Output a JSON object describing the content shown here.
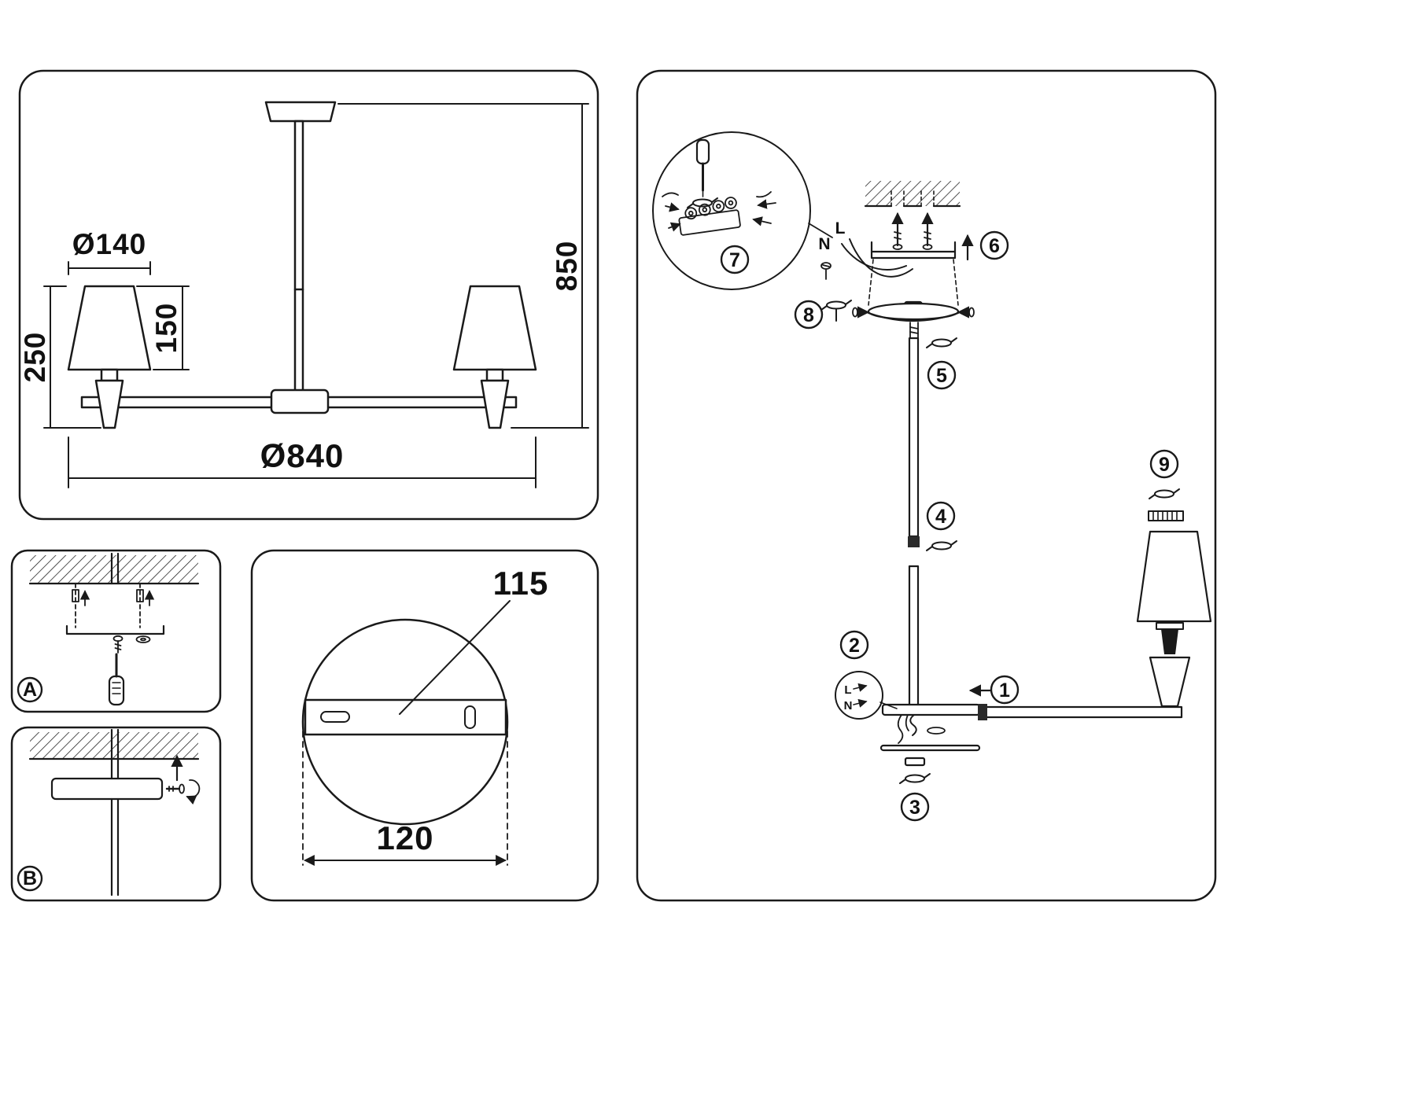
{
  "dimensions_panel": {
    "shade_diameter": "Ø140",
    "shade_height": "150",
    "lamp_total_height": "250",
    "fixture_height": "850",
    "fixture_diameter": "Ø840"
  },
  "mounting_panel_a": {
    "label": "A"
  },
  "mounting_panel_b": {
    "label": "B"
  },
  "canopy_panel": {
    "bracket_length": "115",
    "canopy_diameter": "120"
  },
  "assembly_panel": {
    "wire_neutral": "N",
    "wire_live": "L",
    "balloon_wire_live": "L",
    "balloon_wire_neutral": "N",
    "steps": {
      "s1": "1",
      "s2": "2",
      "s3": "3",
      "s4": "4",
      "s5": "5",
      "s6": "6",
      "s7": "7",
      "s8": "8",
      "s9": "9"
    }
  },
  "colors": {
    "line": "#1a1a1a",
    "background": "#ffffff"
  }
}
